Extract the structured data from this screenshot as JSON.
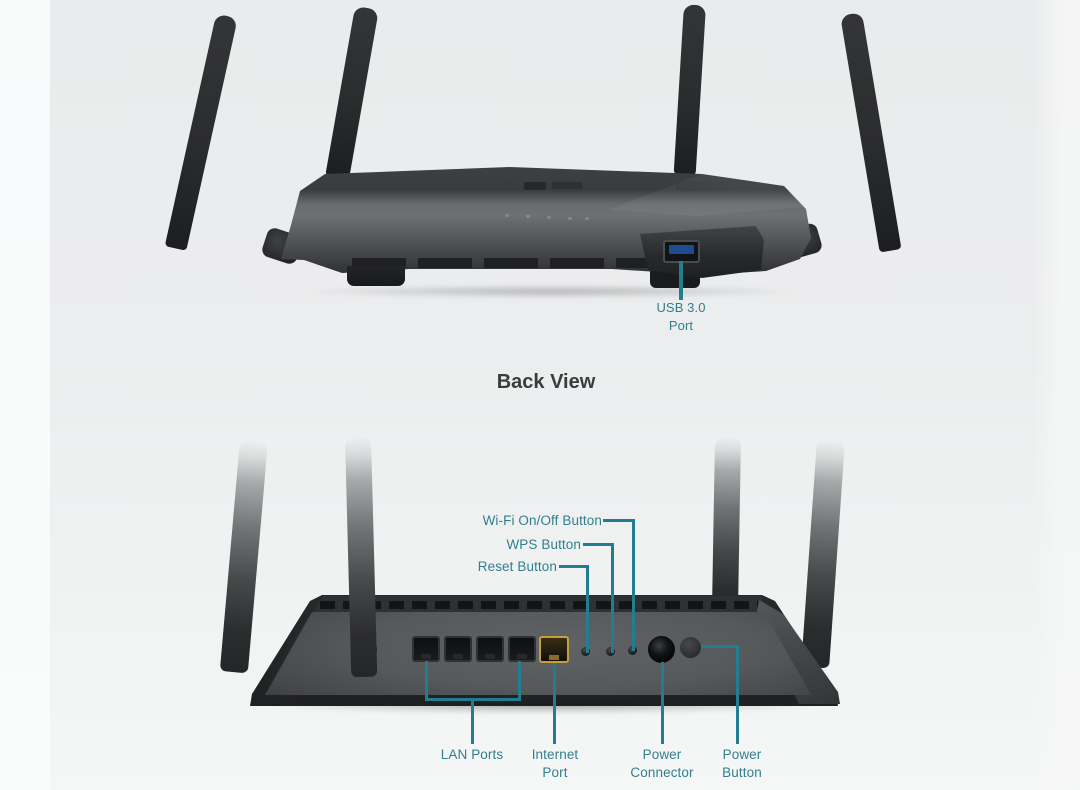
{
  "colors": {
    "callout_line": "#217e90",
    "callout_text": "#327e8e",
    "title_text": "#3b3d3d"
  },
  "diagram": {
    "front_view": {
      "usb_label": {
        "line1": "USB 3.0",
        "line2": "Port"
      }
    },
    "section_title": "Back View",
    "back_view": {
      "button_callouts": [
        {
          "label": "Wi-Fi On/Off Button"
        },
        {
          "label": "WPS Button"
        },
        {
          "label": "Reset Button"
        }
      ],
      "port_callouts": [
        {
          "line1": "LAN Ports",
          "line2": ""
        },
        {
          "line1": "Internet",
          "line2": "Port"
        },
        {
          "line1": "Power",
          "line2": "Connector"
        },
        {
          "line1": "Power",
          "line2": "Button"
        }
      ]
    }
  }
}
